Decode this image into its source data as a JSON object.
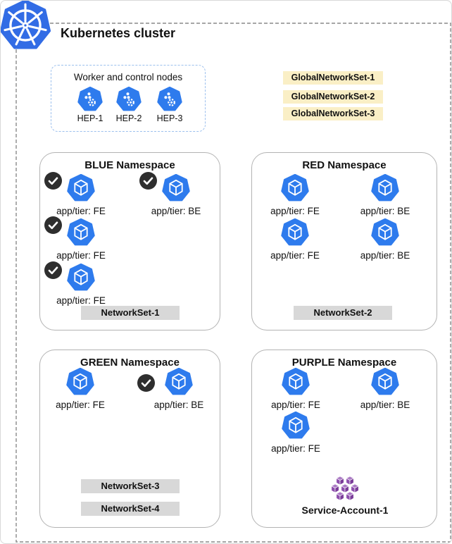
{
  "cluster": {
    "title": "Kubernetes cluster"
  },
  "worker_box": {
    "title": "Worker and control nodes",
    "nodes": [
      {
        "label": "HEP-1"
      },
      {
        "label": "HEP-2"
      },
      {
        "label": "HEP-3"
      }
    ]
  },
  "global_network_sets": [
    "GlobalNetworkSet-1",
    "GlobalNetworkSet-2",
    "GlobalNetworkSet-3"
  ],
  "namespaces": [
    {
      "name": "BLUE Namespace",
      "pods": [
        {
          "label": "app/tier: FE",
          "checked": true
        },
        {
          "label": "app/tier: BE",
          "checked": true
        },
        {
          "label": "app/tier: FE",
          "checked": true
        },
        {
          "label": "app/tier: FE",
          "checked": true
        }
      ],
      "network_sets": [
        "NetworkSet-1"
      ]
    },
    {
      "name": "RED Namespace",
      "pods": [
        {
          "label": "app/tier: FE",
          "checked": false
        },
        {
          "label": "app/tier: BE",
          "checked": false
        },
        {
          "label": "app/tier: FE",
          "checked": false
        },
        {
          "label": "app/tier: BE",
          "checked": false
        }
      ],
      "network_sets": [
        "NetworkSet-2"
      ]
    },
    {
      "name": "GREEN Namespace",
      "pods": [
        {
          "label": "app/tier: FE",
          "checked": false
        },
        {
          "label": "app/tier: BE",
          "checked": true
        }
      ],
      "network_sets": [
        "NetworkSet-3",
        "NetworkSet-4"
      ]
    },
    {
      "name": "PURPLE Namespace",
      "pods": [
        {
          "label": "app/tier: FE",
          "checked": false
        },
        {
          "label": "app/tier: BE",
          "checked": false
        },
        {
          "label": "app/tier: FE",
          "checked": false
        }
      ],
      "network_sets": [],
      "service_account": {
        "label": "Service-Account-1"
      }
    }
  ],
  "icons": {
    "kubernetes-logo": "blue heptagon with white helm wheel",
    "pod-icon": "blue heptagon with white cube",
    "node-icon": "blue heptagon with dots and gear",
    "check-icon": "dark circle with white checkmark",
    "service-account-icon": "cluster of purple cubes"
  },
  "colors": {
    "k8s_blue": "#326CE5",
    "pod_blue": "#2E7BED",
    "check_bg": "#2E2E2E",
    "global_badge_bg": "#FAEFC6",
    "networkset_badge_bg": "#D8D8D8",
    "cluster_dash": "#8A8A8A",
    "worker_dash": "#9CC0EE",
    "ns_border": "#B3B3B3",
    "sa_purple": "#8E4FAE"
  }
}
